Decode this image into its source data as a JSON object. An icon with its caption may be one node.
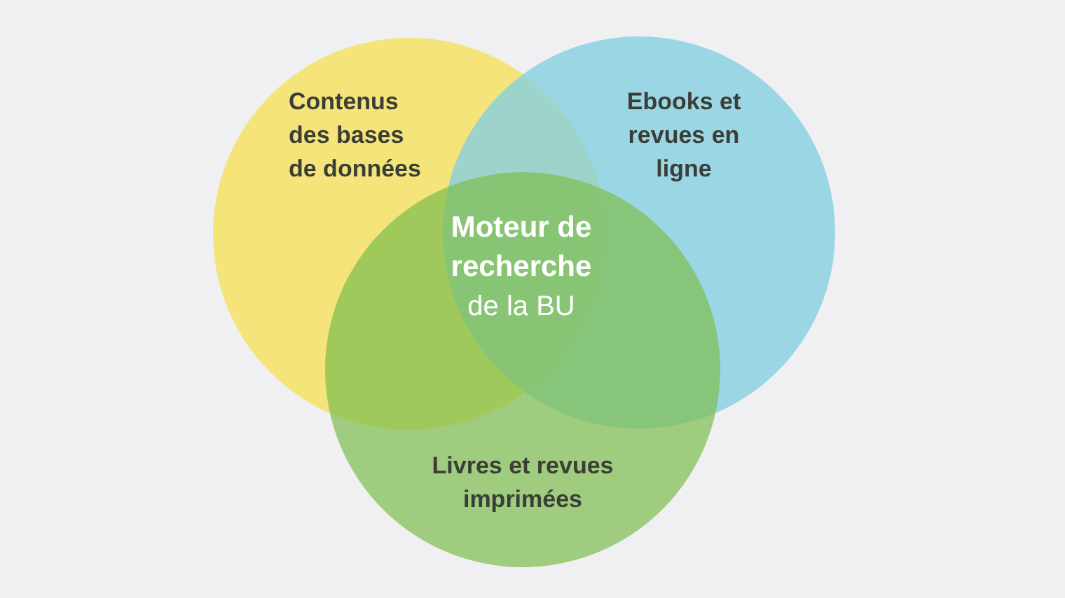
{
  "diagram": {
    "nodes": [
      {
        "text": [
          "Contenus des bases de données"
        ]
      },
      {
        "text": [
          "Ebooks et revues en ligne"
        ]
      },
      {
        "text": [
          "Livres et revues imprimées"
        ]
      }
    ],
    "labels": [
      "**Moteur de recherche** de la BU"
    ]
  }
}
